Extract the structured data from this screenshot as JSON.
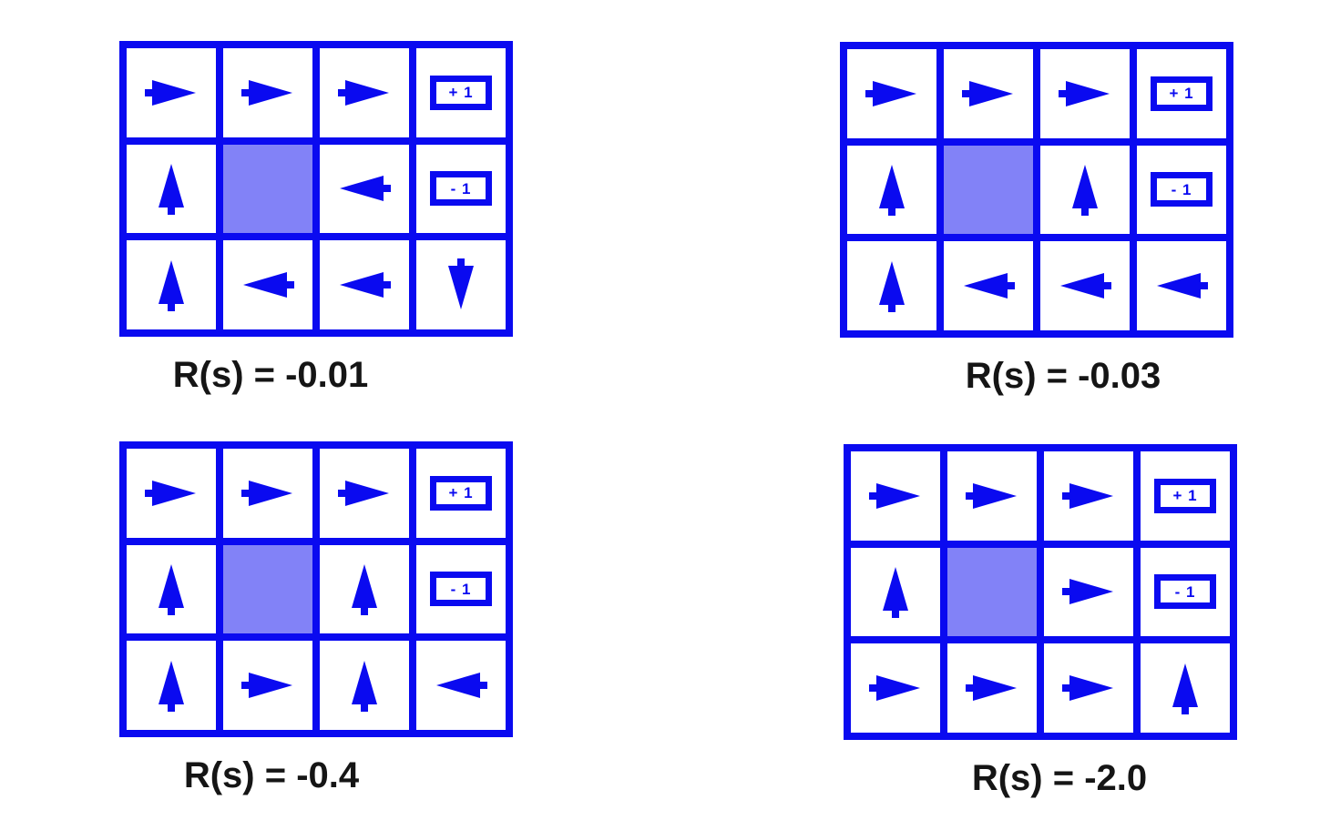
{
  "figure": {
    "description": "Optimal gridworld policies for four different per-step rewards",
    "terminal_positive": "+ 1",
    "terminal_negative": "- 1",
    "colors": {
      "line_blue": "#0a0af0",
      "blocked_fill": "#8282f7",
      "label_text": "#151515",
      "background": "#ffffff"
    },
    "panels": [
      {
        "label": "R(s) = -0.01",
        "policy": [
          [
            "right",
            "right",
            "right",
            "plus"
          ],
          [
            "up",
            "blocked",
            "left",
            "minus"
          ],
          [
            "up",
            "left",
            "left",
            "down"
          ]
        ]
      },
      {
        "label": "R(s) = -0.03",
        "policy": [
          [
            "right",
            "right",
            "right",
            "plus"
          ],
          [
            "up",
            "blocked",
            "up",
            "minus"
          ],
          [
            "up",
            "left",
            "left",
            "left"
          ]
        ]
      },
      {
        "label": "R(s) = -0.4",
        "policy": [
          [
            "right",
            "right",
            "right",
            "plus"
          ],
          [
            "up",
            "blocked",
            "up",
            "minus"
          ],
          [
            "up",
            "right",
            "up",
            "left"
          ]
        ]
      },
      {
        "label": "R(s) = -2.0",
        "policy": [
          [
            "right",
            "right",
            "right",
            "plus"
          ],
          [
            "up",
            "blocked",
            "right",
            "minus"
          ],
          [
            "right",
            "right",
            "right",
            "up"
          ]
        ]
      }
    ]
  }
}
